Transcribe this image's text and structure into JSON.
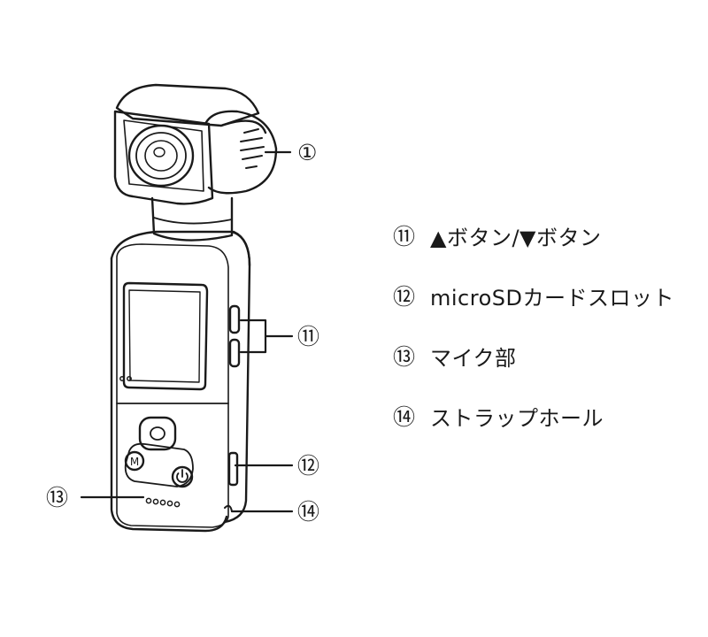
{
  "callouts": {
    "top_right": "①",
    "side_buttons": "⑪",
    "card_slot": "⑫",
    "mic": "⑬",
    "strap_hole": "⑭"
  },
  "legend": {
    "items": [
      {
        "number": "⑪",
        "label": "▲ボタン/▼ボタン"
      },
      {
        "number": "⑫",
        "label": "microSDカードスロット"
      },
      {
        "number": "⑬",
        "label": "マイク部"
      },
      {
        "number": "⑭",
        "label": "ストラップホール"
      }
    ]
  },
  "device_buttons": {
    "mode_glyph": "M"
  },
  "colors": {
    "ink": "#1a1a1a",
    "background": "#ffffff"
  }
}
